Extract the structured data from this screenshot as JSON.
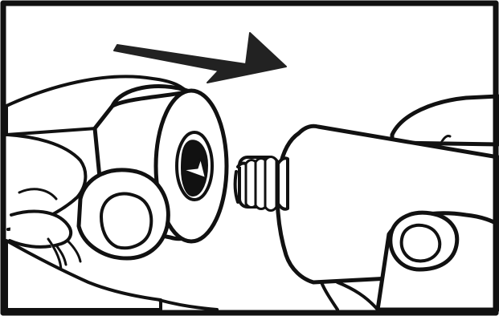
{
  "illustration": {
    "subject": "instruction-illustration",
    "caption": "",
    "colors": {
      "ink": "#111111",
      "paper": "#ffffff",
      "arrow": "#222222"
    },
    "parts": [
      "frame",
      "direction-arrow",
      "left-hand",
      "cap",
      "right-hand",
      "tube",
      "threaded-nozzle"
    ]
  }
}
